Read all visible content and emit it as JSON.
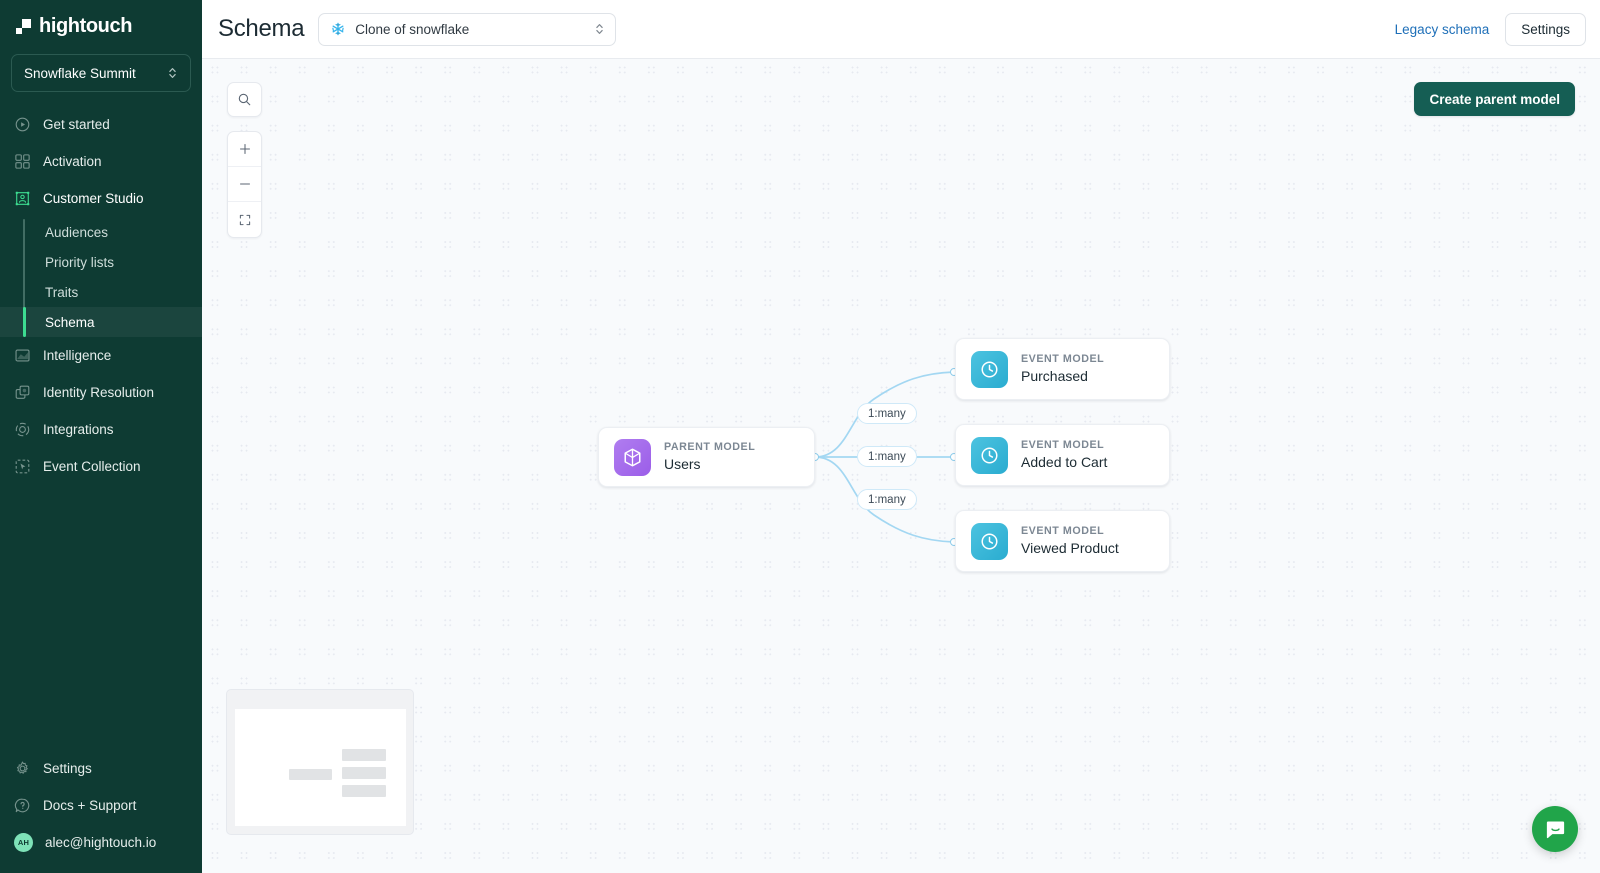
{
  "sidebar": {
    "brand": "hightouch",
    "workspace": "Snowflake Summit",
    "nav": [
      {
        "label": "Get started",
        "icon": "play-circle-icon"
      },
      {
        "label": "Activation",
        "icon": "grid-squares-icon"
      },
      {
        "label": "Customer Studio",
        "icon": "customer-studio-icon"
      }
    ],
    "sub_items": [
      {
        "label": "Audiences"
      },
      {
        "label": "Priority lists"
      },
      {
        "label": "Traits"
      },
      {
        "label": "Schema"
      }
    ],
    "active_sub_item": "Schema",
    "nav_lower": [
      {
        "label": "Intelligence",
        "icon": "chart-area-icon"
      },
      {
        "label": "Identity Resolution",
        "icon": "layers-icon"
      },
      {
        "label": "Integrations",
        "icon": "sync-circle-icon"
      },
      {
        "label": "Event Collection",
        "icon": "cursor-box-icon"
      }
    ],
    "nav_bottom": [
      {
        "label": "Settings",
        "icon": "gear-icon"
      },
      {
        "label": "Docs + Support",
        "icon": "question-circle-icon"
      }
    ],
    "account": {
      "email": "alec@hightouch.io",
      "initials": "AH"
    },
    "accent_green": "#3ddc91",
    "background": "#0e3b33"
  },
  "topbar": {
    "title": "Schema",
    "model_select": {
      "value": "Clone of snowflake",
      "icon": "snowflake-icon"
    },
    "legacy_link": "Legacy schema",
    "settings_button": "Settings"
  },
  "canvas": {
    "create_button": "Create parent model",
    "controls": [
      {
        "name": "search",
        "icon": "search-icon"
      },
      {
        "name": "zoom-in",
        "icon": "plus-icon"
      },
      {
        "name": "zoom-out",
        "icon": "minus-icon"
      },
      {
        "name": "fit-view",
        "icon": "fit-screen-icon"
      }
    ],
    "parent_model": {
      "kind": "PARENT MODEL",
      "name": "Users",
      "color": "#9b5de8"
    },
    "event_models": [
      {
        "kind": "EVENT MODEL",
        "name": "Purchased",
        "color": "#2aacd0"
      },
      {
        "kind": "EVENT MODEL",
        "name": "Added to Cart",
        "color": "#2aacd0"
      },
      {
        "kind": "EVENT MODEL",
        "name": "Viewed Product",
        "color": "#2aacd0"
      }
    ],
    "edge_labels": [
      "1:many",
      "1:many",
      "1:many"
    ],
    "edge_color": "#a3d7f2"
  },
  "support": {
    "widget": "intercom-chat-button",
    "color": "#21a54a"
  }
}
